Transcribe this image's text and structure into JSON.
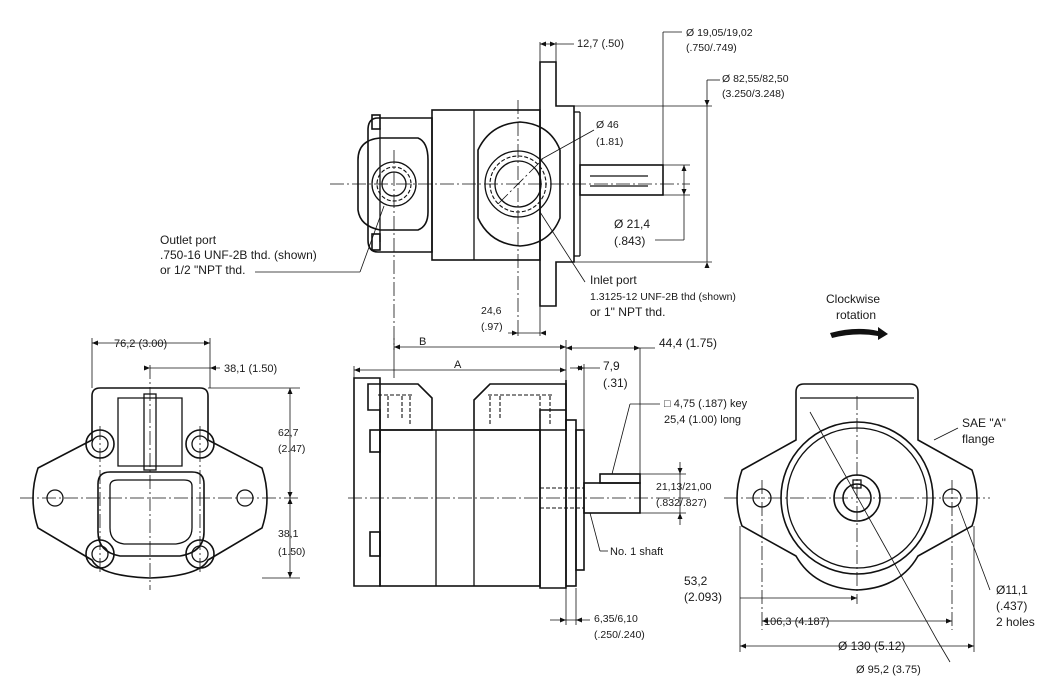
{
  "top_view": {
    "dim_flange_thickness": "12,7 (.50)",
    "dim_shaft_dia_mm": "Ø 19,05/19,02",
    "dim_shaft_dia_in": "(.750/.749)",
    "dim_pilot_dia_mm": "Ø 82,55/82,50",
    "dim_pilot_dia_in": "(3.250/3.248)",
    "dim_inlet_dia_mm": "Ø 46",
    "dim_inlet_dia_in": "(1.81)",
    "dim_shaft_height_mm": "Ø 21,4",
    "dim_shaft_height_in": "(.843)",
    "outlet_port_line1": "Outlet port",
    "outlet_port_line2": ".750-16 UNF-2B thd. (shown)",
    "outlet_port_line3": "or 1/2 \"NPT thd.",
    "inlet_port_line1": "Inlet port",
    "inlet_port_line2": "1.3125-12 UNF-2B thd (shown)",
    "inlet_port_line3": "or 1\" NPT thd.",
    "dim_inlet_offset_mm": "24,6",
    "dim_inlet_offset_in": "(.97)"
  },
  "rotation": {
    "line1": "Clockwise",
    "line2": "rotation"
  },
  "left_view": {
    "dim_width": "76,2 (3.00)",
    "dim_half_width": "38,1 (1.50)",
    "dim_upper_mm": "62,7",
    "dim_upper_in": "(2.47)",
    "dim_lower_mm": "38,1",
    "dim_lower_in": "(1.50)"
  },
  "side_view": {
    "label_b": "B",
    "label_a": "A",
    "dim_shaft_length": "44,4 (1.75)",
    "dim_step_mm": "7,9",
    "dim_step_in": "(.31)",
    "key_line1": "□ 4,75 (.187) key",
    "key_line2": "25,4 (1.00) long",
    "dim_key_height_mm": "21,13/21,00",
    "dim_key_height_in": "(.832/.827)",
    "shaft_label": "No. 1 shaft",
    "dim_pilot_len_mm": "6,35/6,10",
    "dim_pilot_len_in": "(.250/.240)"
  },
  "right_view": {
    "flange_line1": "SAE \"A\"",
    "flange_line2": "flange",
    "dim_center_mm": "53,2",
    "dim_center_in": "(2.093)",
    "dim_bolt_spacing": "106,3 (4.187)",
    "hole_dia_mm": "Ø11,1",
    "hole_dia_in": "(.437)",
    "hole_count": "2 holes",
    "dim_flange_width": "Ø 130 (5.12)",
    "dim_bolt_circle": "Ø 95,2 (3.75)"
  }
}
